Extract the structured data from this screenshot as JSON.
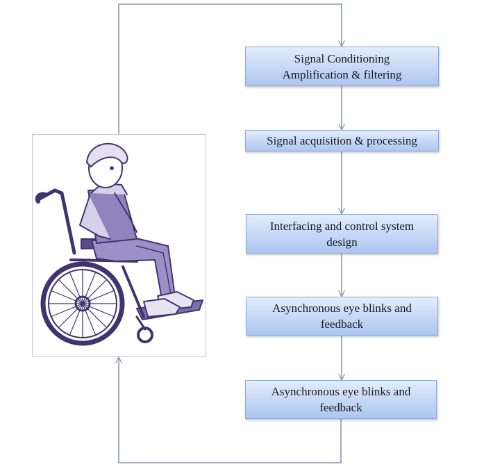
{
  "steps": [
    {
      "line1": "Signal Conditioning",
      "line2": "Amplification & filtering"
    },
    {
      "line1": "Signal acquisition & processing"
    },
    {
      "line1": "Interfacing and control system",
      "line2": "design"
    },
    {
      "line1": "Asynchronous eye blinks and",
      "line2": "feedback"
    },
    {
      "line1": "Asynchronous eye blinks and",
      "line2": "feedback"
    }
  ],
  "illustration": {
    "subject": "person-in-wheelchair",
    "tint": "#6e5e9c",
    "accent": "#3f3470"
  },
  "colors": {
    "connector": "#8a97ab",
    "box_fill": "#c6d8f6",
    "box_border": "#8ea9d4"
  }
}
